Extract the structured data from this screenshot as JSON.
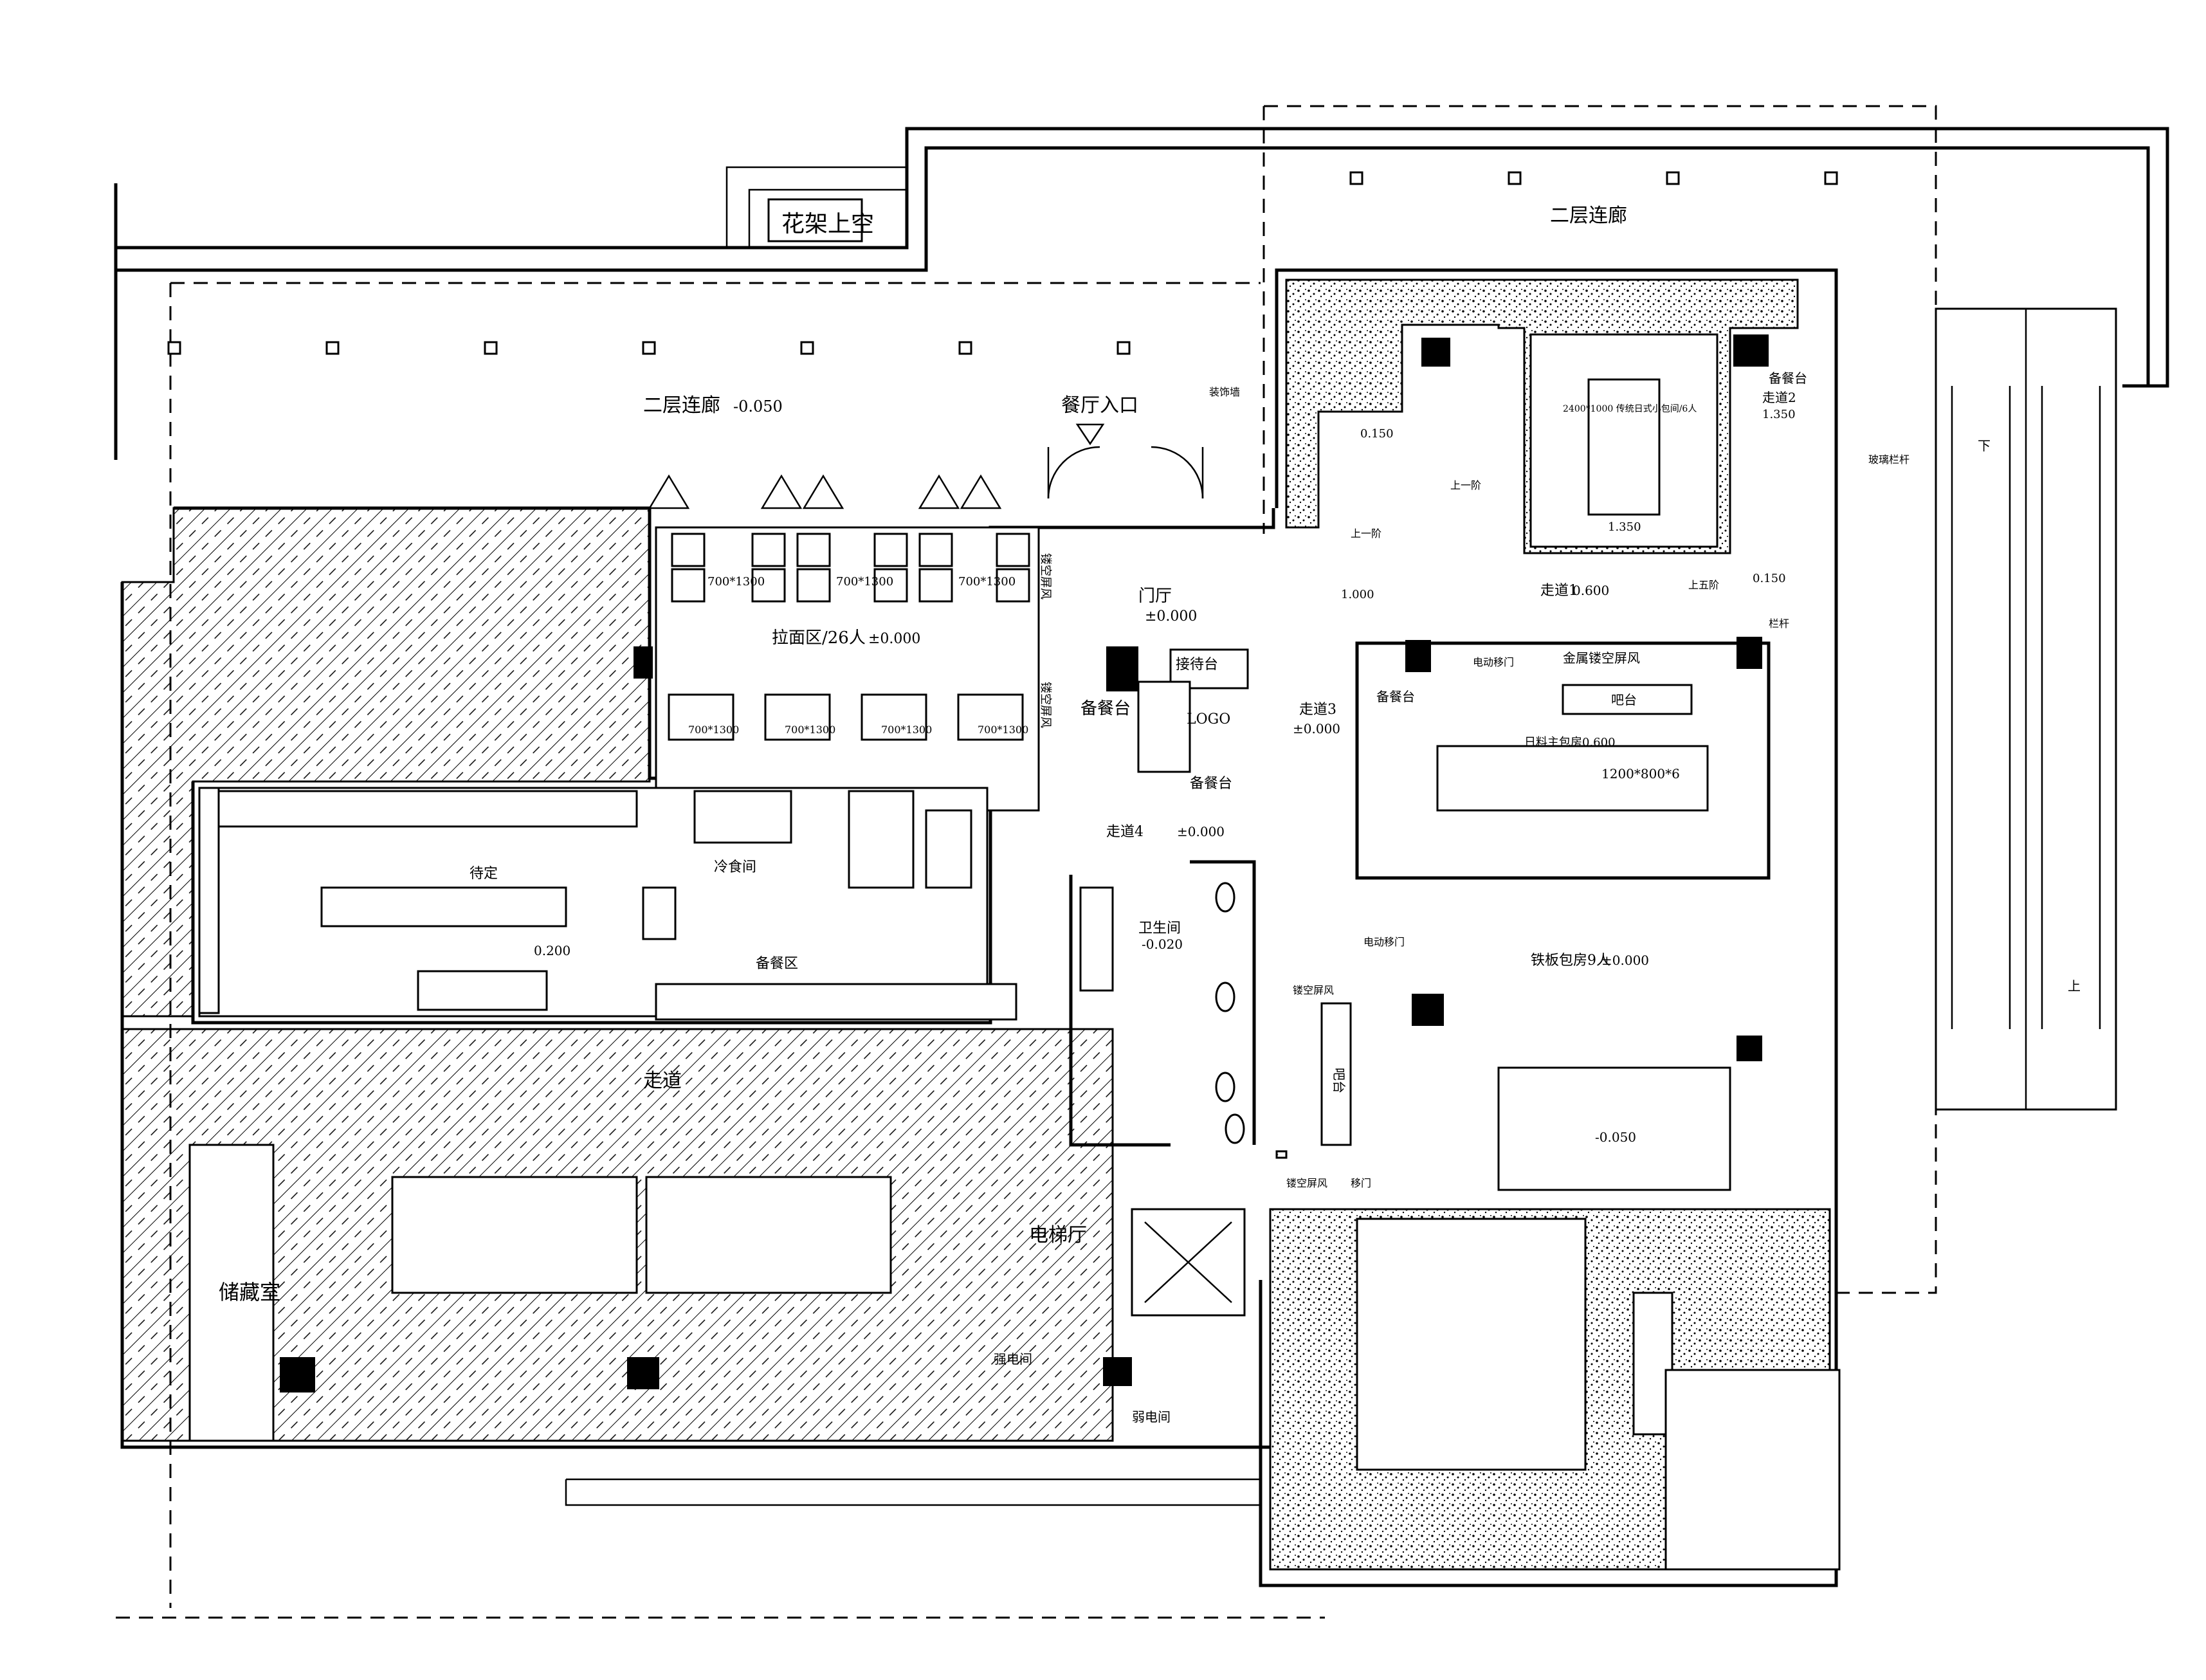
{
  "labels": {
    "flower_void": "花架上空",
    "corridor_top": "二层连廊",
    "corridor_main": "二层连廊",
    "corridor_main_level": "-0.050",
    "entrance": "餐厅入口",
    "foyer": "门厅",
    "foyer_level": "±0.000",
    "noodle_area": "拉面区/26人",
    "noodle_level": "±0.000",
    "reception": "接待台",
    "logo": "LOGO",
    "service_station_1": "备餐台",
    "service_station_2": "备餐台",
    "service_station_3": "备餐台",
    "service_station_4": "备餐台",
    "corridor_3": "走道3",
    "corridor_3_level": "±0.000",
    "corridor_4": "走道4",
    "corridor_4_level": "±0.000",
    "corridor_1": "走道1",
    "corridor_1_level": "0.600",
    "corridor_2": "走道2",
    "corridor_2_level": "1.350",
    "metal_screen": "金属镂空屏风",
    "bar_1": "吧台",
    "bar_2": "吧台",
    "private_room_1200": "1200*800*6",
    "teppan_room": "铁板包房9人",
    "teppan_level": "±0.000",
    "level_0050": "-0.050",
    "hollow_screen_1": "镂空屏风",
    "hollow_screen_2": "镂空屏风",
    "hollow_screen_3": "镂空屏风",
    "hollow_screen_4": "镂空屏风",
    "restroom": "卫生间",
    "restroom_level": "-0.020",
    "cold_kitchen": "冷食间",
    "prep_area": "备餐区",
    "kitchen_level": "0.200",
    "corridor_walk": "走道",
    "storage": "储藏室",
    "elevator_hall": "电梯厅",
    "strong_power": "强电间",
    "weak_power": "弱电间",
    "trad_room": "2400*1000 传统日式小包间/6人",
    "trad_room_level": "1.350",
    "level_0150_a": "0.150",
    "level_0150_b": "0.150",
    "level_1000": "1.000",
    "up_step": "上一阶",
    "up_one": "上一阶",
    "up_five": "上五阶",
    "railing": "栏杆",
    "glass_rail": "玻璃栏杆",
    "decor_wall": "装饰墙",
    "escalator_down": "下",
    "escalator_up": "上",
    "table_700x1300": "700*1300",
    "table_700x1300_b": "700*1300",
    "table_700x1300_c": "700*1300",
    "table_700x1300_d": "700*1300",
    "table_700x1300_e": "700*1300",
    "table_700x1300_f": "700*1300",
    "table_700x1300_g": "700*1300",
    "private_label": "日料主包房",
    "private_level": "0.600",
    "electric_door": "电动移门",
    "electric_door_2": "电动移门",
    "sliding_door": "移门",
    "sign_pending": "待定"
  },
  "colors": {
    "line": "#000000",
    "background": "#ffffff"
  }
}
